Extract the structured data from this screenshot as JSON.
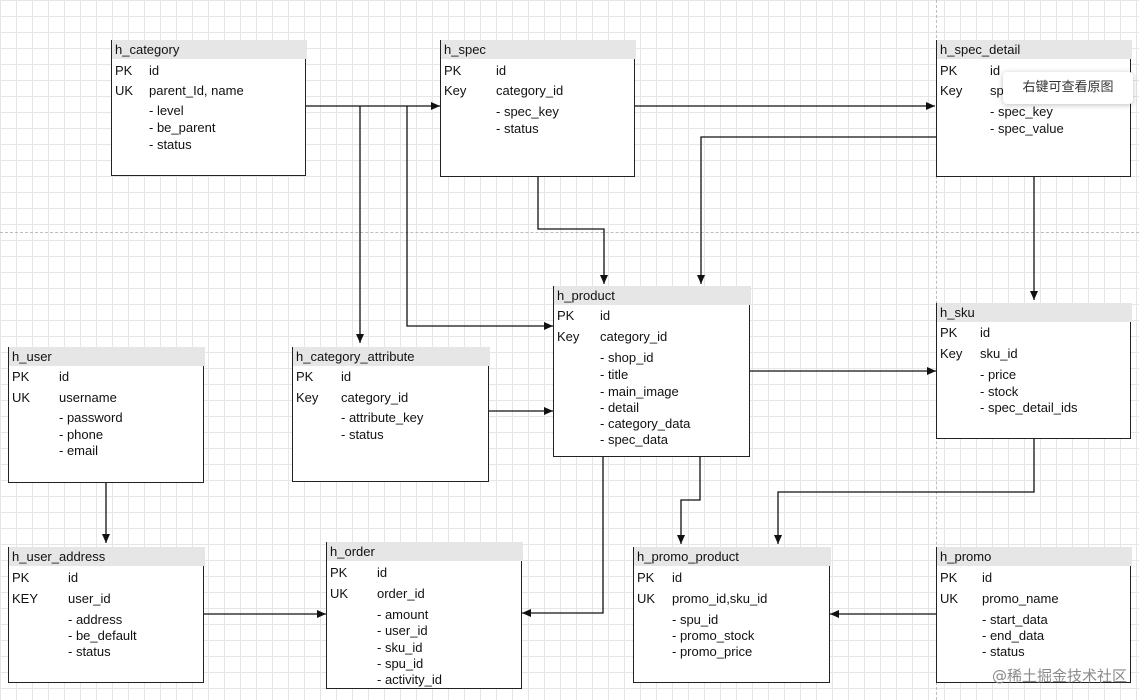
{
  "tables": {
    "h_category": {
      "name": "h_category",
      "rows": [
        {
          "tag": "PK",
          "field": "id"
        },
        {
          "tag": "UK",
          "field": "parent_Id, name"
        },
        {
          "tag": "",
          "field": "- level"
        },
        {
          "tag": "",
          "field": "- be_parent"
        },
        {
          "tag": "",
          "field": "- status"
        }
      ]
    },
    "h_spec": {
      "name": "h_spec",
      "rows": [
        {
          "tag": "PK",
          "field": "id"
        },
        {
          "tag": "Key",
          "field": "category_id"
        },
        {
          "tag": "",
          "field": "- spec_key"
        },
        {
          "tag": "",
          "field": "- status"
        }
      ]
    },
    "h_spec_detail": {
      "name": "h_spec_detail",
      "rows": [
        {
          "tag": "PK",
          "field": "id"
        },
        {
          "tag": "Key",
          "field": "sp"
        },
        {
          "tag": "",
          "field": "- spec_key"
        },
        {
          "tag": "",
          "field": "- spec_value"
        }
      ]
    },
    "h_product": {
      "name": "h_product",
      "rows": [
        {
          "tag": "PK",
          "field": "id"
        },
        {
          "tag": "Key",
          "field": "category_id"
        },
        {
          "tag": "",
          "field": "- shop_id"
        },
        {
          "tag": "",
          "field": "- title"
        },
        {
          "tag": "",
          "field": "- main_image"
        },
        {
          "tag": "",
          "field": "- detail"
        },
        {
          "tag": "",
          "field": "- category_data"
        },
        {
          "tag": "",
          "field": "- spec_data"
        }
      ]
    },
    "h_sku": {
      "name": "h_sku",
      "rows": [
        {
          "tag": "PK",
          "field": "id"
        },
        {
          "tag": "Key",
          "field": "sku_id"
        },
        {
          "tag": "",
          "field": "- price"
        },
        {
          "tag": "",
          "field": "- stock"
        },
        {
          "tag": "",
          "field": "- spec_detail_ids"
        }
      ]
    },
    "h_user": {
      "name": "h_user",
      "rows": [
        {
          "tag": "PK",
          "field": "id"
        },
        {
          "tag": "UK",
          "field": "username"
        },
        {
          "tag": "",
          "field": "- password"
        },
        {
          "tag": "",
          "field": "- phone"
        },
        {
          "tag": "",
          "field": "- email"
        }
      ]
    },
    "h_category_attribute": {
      "name": "h_category_attribute",
      "rows": [
        {
          "tag": "PK",
          "field": "id"
        },
        {
          "tag": "Key",
          "field": "category_id"
        },
        {
          "tag": "",
          "field": "- attribute_key"
        },
        {
          "tag": "",
          "field": "- status"
        }
      ]
    },
    "h_user_address": {
      "name": "h_user_address",
      "rows": [
        {
          "tag": "PK",
          "field": "id"
        },
        {
          "tag": "KEY",
          "field": "user_id"
        },
        {
          "tag": "",
          "field": "- address"
        },
        {
          "tag": "",
          "field": "- be_default"
        },
        {
          "tag": "",
          "field": "- status"
        }
      ]
    },
    "h_order": {
      "name": "h_order",
      "rows": [
        {
          "tag": "PK",
          "field": "id"
        },
        {
          "tag": "UK",
          "field": "order_id"
        },
        {
          "tag": "",
          "field": "- amount"
        },
        {
          "tag": "",
          "field": "- user_id"
        },
        {
          "tag": "",
          "field": "- sku_id"
        },
        {
          "tag": "",
          "field": "- spu_id"
        },
        {
          "tag": "",
          "field": "- activity_id"
        }
      ]
    },
    "h_promo_product": {
      "name": "h_promo_product",
      "rows": [
        {
          "tag": "PK",
          "field": "id"
        },
        {
          "tag": "UK",
          "field": "promo_id,sku_id"
        },
        {
          "tag": "",
          "field": "- spu_id"
        },
        {
          "tag": "",
          "field": "- promo_stock"
        },
        {
          "tag": "",
          "field": "- promo_price"
        }
      ]
    },
    "h_promo": {
      "name": "h_promo",
      "rows": [
        {
          "tag": "PK",
          "field": "id"
        },
        {
          "tag": "UK",
          "field": "promo_name"
        },
        {
          "tag": "",
          "field": "- start_data"
        },
        {
          "tag": "",
          "field": "- end_data"
        },
        {
          "tag": "",
          "field": "- status"
        }
      ]
    }
  },
  "tooltip": "右键可查看原图",
  "watermark": "@稀土掘金技术社区",
  "colors": {
    "line": "#111111",
    "header": "#e6e6e6",
    "grid": "#e6e6e6"
  }
}
